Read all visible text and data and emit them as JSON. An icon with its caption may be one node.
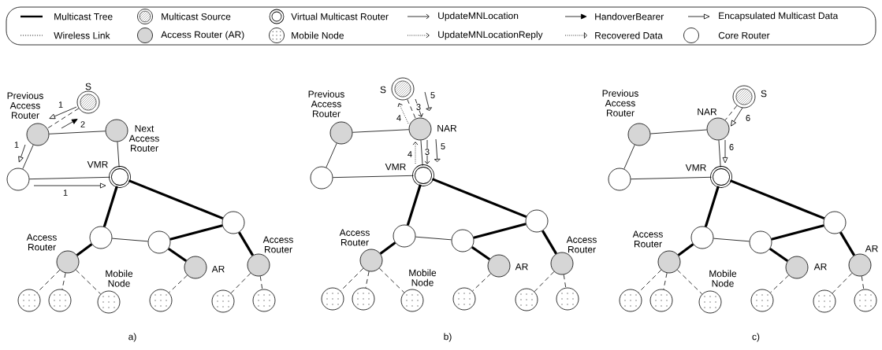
{
  "diagram": {
    "nodes": [
      {
        "text": [
          "S"
        ]
      },
      {
        "text": [
          "Previous Access Router"
        ]
      },
      {
        "text": [
          "Next Access Router"
        ]
      },
      {
        "text": [],
        "shape": "circle"
      },
      {
        "text": [
          "VMR"
        ]
      },
      {
        "text": [],
        "shape": "circle"
      },
      {
        "text": [],
        "shape": "circle"
      },
      {
        "text": [],
        "shape": "circle"
      },
      {
        "text": [
          "Access Router"
        ]
      },
      {
        "text": [
          "AR"
        ]
      },
      {
        "text": [
          "Access Router"
        ]
      },
      {
        "text": [],
        "shape": "circle"
      },
      {
        "text": [],
        "shape": "circle"
      },
      {
        "text": [
          "Mobile Node"
        ]
      },
      {
        "text": [],
        "shape": "circle"
      },
      {
        "text": [],
        "shape": "circle"
      },
      {
        "text": [],
        "shape": "circle"
      },
      {
        "text": [
          "S"
        ]
      },
      {
        "text": [
          "Previous Access Router"
        ]
      },
      {
        "text": [
          "NAR"
        ]
      },
      {
        "text": [],
        "shape": "circle"
      },
      {
        "text": [
          "VMR"
        ]
      },
      {
        "text": [],
        "shape": "circle"
      },
      {
        "text": [],
        "shape": "circle"
      },
      {
        "text": [],
        "shape": "circle"
      },
      {
        "text": [
          "Access Router"
        ]
      },
      {
        "text": [
          "AR"
        ]
      },
      {
        "text": [
          "Access Router"
        ]
      },
      {
        "text": [],
        "shape": "circle"
      },
      {
        "text": [],
        "shape": "circle"
      },
      {
        "text": [
          "Mobile Node"
        ]
      },
      {
        "text": [],
        "shape": "circle"
      },
      {
        "text": [],
        "shape": "circle"
      },
      {
        "text": [],
        "shape": "circle"
      },
      {
        "text": [
          "S"
        ]
      },
      {
        "text": [
          "Previous Access Router"
        ]
      },
      {
        "text": [
          "NAR"
        ]
      },
      {
        "text": [],
        "shape": "circle"
      },
      {
        "text": [
          "VMR"
        ]
      },
      {
        "text": [],
        "shape": "circle"
      },
      {
        "text": [],
        "shape": "circle"
      },
      {
        "text": [],
        "shape": "circle"
      },
      {
        "text": [
          "Access Router"
        ]
      },
      {
        "text": [
          "AR"
        ]
      },
      {
        "text": [
          "AR"
        ]
      },
      {
        "text": [],
        "shape": "circle"
      },
      {
        "text": [],
        "shape": "circle"
      },
      {
        "text": [
          "Mobile Node"
        ]
      },
      {
        "text": [],
        "shape": "circle"
      },
      {
        "text": [],
        "shape": "circle"
      },
      {
        "text": [],
        "shape": "circle"
      }
    ],
    "edges": [
      {
        "from": 1,
        "to": 2,
        "arrow": "none"
      },
      {
        "from": 1,
        "to": 3,
        "arrow": "none"
      },
      {
        "from": 3,
        "to": 4,
        "arrow": "none"
      },
      {
        "from": 2,
        "to": 4,
        "arrow": "none"
      },
      {
        "from": 5,
        "to": 6,
        "arrow": "none"
      },
      {
        "from": 4,
        "to": 5,
        "arrow": "none",
        "style": "thick"
      },
      {
        "from": 4,
        "to": 7,
        "arrow": "none",
        "style": "thick"
      },
      {
        "from": 6,
        "to": 7,
        "arrow": "none",
        "style": "thick"
      },
      {
        "from": 5,
        "to": 8,
        "arrow": "none",
        "style": "thick"
      },
      {
        "from": 6,
        "to": 9,
        "arrow": "none",
        "style": "thick"
      },
      {
        "from": 7,
        "to": 10,
        "arrow": "none",
        "style": "thick"
      },
      {
        "from": 0,
        "to": 1,
        "arrow": "none",
        "style": "dashed"
      },
      {
        "from": 8,
        "to": 11,
        "arrow": "none",
        "style": "dashed"
      },
      {
        "from": 8,
        "to": 12,
        "arrow": "none",
        "style": "dashed"
      },
      {
        "from": 8,
        "to": 13,
        "arrow": "none",
        "style": "dashed"
      },
      {
        "from": 9,
        "to": 14,
        "arrow": "none",
        "style": "dashed"
      },
      {
        "from": 10,
        "to": 15,
        "arrow": "none",
        "style": "dashed"
      },
      {
        "from": 10,
        "to": 16,
        "arrow": "none",
        "style": "dashed"
      },
      {
        "from": 0,
        "to": 1,
        "arrow": "to",
        "label": "1"
      },
      {
        "from": 1,
        "to": 3,
        "arrow": "to",
        "label": "1"
      },
      {
        "from": 3,
        "to": 4,
        "arrow": "to",
        "label": "1"
      },
      {
        "from": 1,
        "to": 0,
        "arrow": "to",
        "label": "2"
      },
      {
        "from": 18,
        "to": 19,
        "arrow": "none"
      },
      {
        "from": 18,
        "to": 20,
        "arrow": "none"
      },
      {
        "from": 20,
        "to": 21,
        "arrow": "none"
      },
      {
        "from": 19,
        "to": 21,
        "arrow": "none"
      },
      {
        "from": 22,
        "to": 23,
        "arrow": "none"
      },
      {
        "from": 21,
        "to": 22,
        "arrow": "none",
        "style": "thick"
      },
      {
        "from": 21,
        "to": 24,
        "arrow": "none",
        "style": "thick"
      },
      {
        "from": 23,
        "to": 24,
        "arrow": "none",
        "style": "thick"
      },
      {
        "from": 22,
        "to": 25,
        "arrow": "none",
        "style": "thick"
      },
      {
        "from": 23,
        "to": 26,
        "arrow": "none",
        "style": "thick"
      },
      {
        "from": 24,
        "to": 27,
        "arrow": "none",
        "style": "thick"
      },
      {
        "from": 17,
        "to": 19,
        "arrow": "none",
        "style": "dashed"
      },
      {
        "from": 25,
        "to": 28,
        "arrow": "none",
        "style": "dashed"
      },
      {
        "from": 25,
        "to": 29,
        "arrow": "none",
        "style": "dashed"
      },
      {
        "from": 25,
        "to": 30,
        "arrow": "none",
        "style": "dashed"
      },
      {
        "from": 26,
        "to": 31,
        "arrow": "none",
        "style": "dashed"
      },
      {
        "from": 27,
        "to": 32,
        "arrow": "none",
        "style": "dashed"
      },
      {
        "from": 27,
        "to": 33,
        "arrow": "none",
        "style": "dashed"
      },
      {
        "from": 17,
        "to": 19,
        "arrow": "to",
        "label": "3"
      },
      {
        "from": 19,
        "to": 21,
        "arrow": "to",
        "label": "3"
      },
      {
        "from": 19,
        "to": 17,
        "arrow": "to",
        "style": "dashed",
        "label": "4"
      },
      {
        "from": 21,
        "to": 19,
        "arrow": "to",
        "style": "dashed",
        "label": "4"
      },
      {
        "from": 17,
        "to": 19,
        "arrow": "to",
        "label": "5"
      },
      {
        "from": 19,
        "to": 21,
        "arrow": "to",
        "label": "5"
      },
      {
        "from": 35,
        "to": 36,
        "arrow": "none"
      },
      {
        "from": 35,
        "to": 37,
        "arrow": "none"
      },
      {
        "from": 37,
        "to": 38,
        "arrow": "none"
      },
      {
        "from": 36,
        "to": 38,
        "arrow": "none"
      },
      {
        "from": 39,
        "to": 40,
        "arrow": "none"
      },
      {
        "from": 38,
        "to": 39,
        "arrow": "none",
        "style": "thick"
      },
      {
        "from": 38,
        "to": 41,
        "arrow": "none",
        "style": "thick"
      },
      {
        "from": 40,
        "to": 41,
        "arrow": "none",
        "style": "thick"
      },
      {
        "from": 39,
        "to": 42,
        "arrow": "none",
        "style": "thick"
      },
      {
        "from": 40,
        "to": 43,
        "arrow": "none",
        "style": "thick"
      },
      {
        "from": 41,
        "to": 44,
        "arrow": "none",
        "style": "thick"
      },
      {
        "from": 34,
        "to": 36,
        "arrow": "none",
        "style": "dashed"
      },
      {
        "from": 42,
        "to": 45,
        "arrow": "none",
        "style": "dashed"
      },
      {
        "from": 42,
        "to": 46,
        "arrow": "none",
        "style": "dashed"
      },
      {
        "from": 42,
        "to": 47,
        "arrow": "none",
        "style": "dashed"
      },
      {
        "from": 43,
        "to": 48,
        "arrow": "none",
        "style": "dashed"
      },
      {
        "from": 44,
        "to": 49,
        "arrow": "none",
        "style": "dashed"
      },
      {
        "from": 44,
        "to": 50,
        "arrow": "none",
        "style": "dashed"
      },
      {
        "from": 34,
        "to": 36,
        "arrow": "to",
        "label": "6"
      },
      {
        "from": 36,
        "to": 38,
        "arrow": "to",
        "label": "6"
      }
    ],
    "labels": [
      "a)",
      "b)",
      "c)"
    ],
    "legend": [
      {
        "text": "Multicast Tree"
      },
      {
        "text": "Multicast Source"
      },
      {
        "text": "Virtual Multicast Router"
      },
      {
        "text": "UpdateMNLocation"
      },
      {
        "text": "HandoverBearer"
      },
      {
        "text": "Encapsulated Multicast Data"
      },
      {
        "text": "Wireless Link"
      },
      {
        "text": "Access Router (AR)"
      },
      {
        "text": "Mobile Node"
      },
      {
        "text": "UpdateMNLocationReply"
      },
      {
        "text": "Recovered Data"
      },
      {
        "text": "Core Router"
      }
    ]
  }
}
